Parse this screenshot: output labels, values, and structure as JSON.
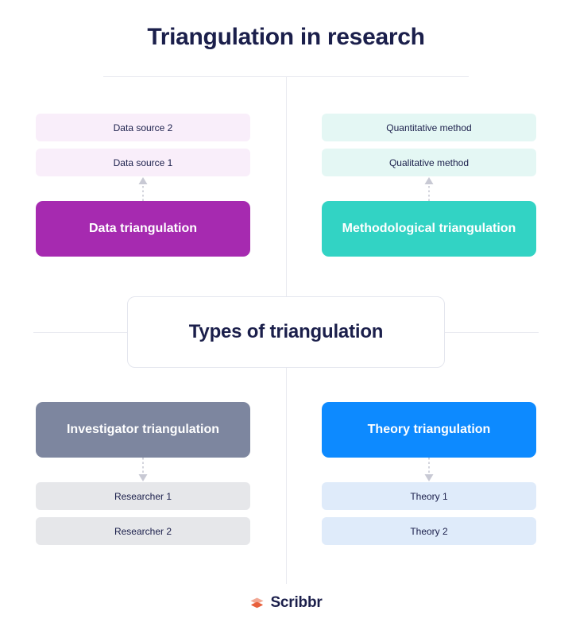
{
  "title": "Triangulation in research",
  "center": {
    "label": "Types of triangulation"
  },
  "colors": {
    "title_text": "#1b1f4b",
    "data_main": "#a62ab0",
    "data_item": "#f9eefa",
    "methodological_main": "#32d3c4",
    "methodological_item": "#e4f7f4",
    "investigator_main": "#7d869f",
    "investigator_item": "#e6e7ea",
    "theory_main": "#0d8aff",
    "theory_item": "#dfebfa",
    "guide_line": "#e9eaf0",
    "center_border": "#e4e6ee",
    "arrow": "#c8c9d4",
    "logo_mark": "#e8603c"
  },
  "quadrants": [
    {
      "id": "data-triangulation",
      "position": "top-left",
      "main_label": "Data triangulation",
      "main_color": "#a62ab0",
      "item_color": "#f9eefa",
      "arrow_direction": "up",
      "items": [
        "Data source 2",
        "Data source 1"
      ]
    },
    {
      "id": "methodological-triangulation",
      "position": "top-right",
      "main_label": "Methodological triangulation",
      "main_color": "#32d3c4",
      "item_color": "#e4f7f4",
      "arrow_direction": "up",
      "items": [
        "Quantitative method",
        "Qualitative method"
      ]
    },
    {
      "id": "investigator-triangulation",
      "position": "bottom-left",
      "main_label": "Investigator triangulation",
      "main_color": "#7d869f",
      "item_color": "#e6e7ea",
      "arrow_direction": "down",
      "items": [
        "Researcher 1",
        "Researcher 2"
      ]
    },
    {
      "id": "theory-triangulation",
      "position": "bottom-right",
      "main_label": "Theory triangulation",
      "main_color": "#0d8aff",
      "item_color": "#dfebfa",
      "arrow_direction": "down",
      "items": [
        "Theory 1",
        "Theory 2"
      ]
    }
  ],
  "footer": {
    "brand": "Scribbr",
    "logo_icon": "graduation-cap-icon"
  }
}
